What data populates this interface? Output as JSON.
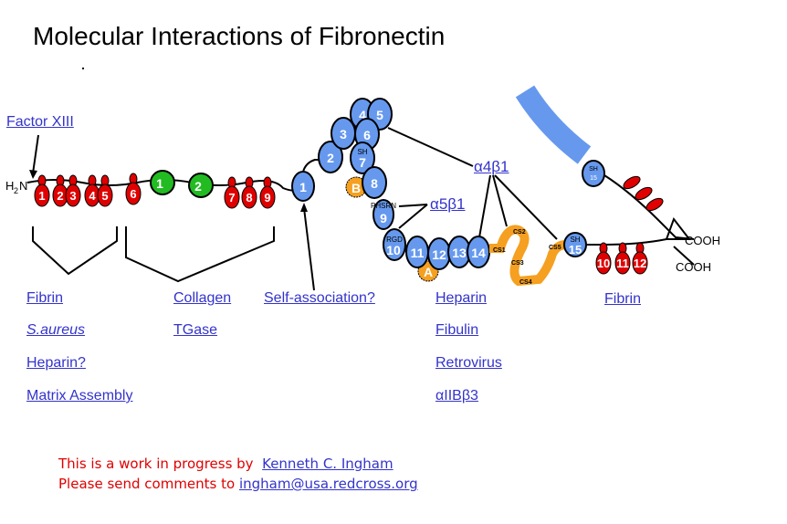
{
  "title": "Molecular Interactions of Fibronectin",
  "labels": {
    "factor_xiii": "Factor XIII",
    "h2n": "H2N",
    "cooh": "COOH",
    "alpha4beta1": "α4β1",
    "alpha5beta1": "α5β1",
    "sh": "SH",
    "phsrn": "PHSRN",
    "rgd": "RGD",
    "domain_b": "B",
    "domain_a": "A"
  },
  "modules": {
    "type1_left": [
      "1",
      "2",
      "3",
      "4",
      "5"
    ],
    "type1_mid": [
      "6"
    ],
    "type2": [
      "1",
      "2"
    ],
    "type1_right": [
      "7",
      "8",
      "9"
    ],
    "type3": [
      "1",
      "2",
      "3",
      "4",
      "5",
      "6",
      "7",
      "8",
      "9",
      "10",
      "11",
      "12",
      "13",
      "14",
      "15"
    ],
    "type1_cterm": [
      "10",
      "11",
      "12"
    ],
    "iiics": [
      "CS1",
      "CS2",
      "CS3",
      "CS4",
      "CS5"
    ]
  },
  "binding_columns": [
    {
      "name": "n-term",
      "items": [
        "Fibrin",
        "S.aureus",
        "Heparin?",
        "Matrix Assembly"
      ]
    },
    {
      "name": "collagen",
      "items": [
        "Collagen",
        "TGase"
      ]
    },
    {
      "name": "self",
      "items": [
        "Self-association?"
      ]
    },
    {
      "name": "heparin",
      "items": [
        "Heparin",
        "Fibulin",
        "Retrovirus",
        "αIIBβ3"
      ]
    },
    {
      "name": "c-term",
      "items": [
        "Fibrin"
      ]
    }
  ],
  "footer": {
    "line1": "This is a work in progress by",
    "author": "Kenneth C. Ingham",
    "line2": "Please send comments to",
    "email": "ingham@usa.redcross.org"
  },
  "colors": {
    "type1": "#e00000",
    "type2": "#22bb22",
    "type3": "#6699ee",
    "iiics": "#f5a020",
    "link": "#3333cc"
  }
}
